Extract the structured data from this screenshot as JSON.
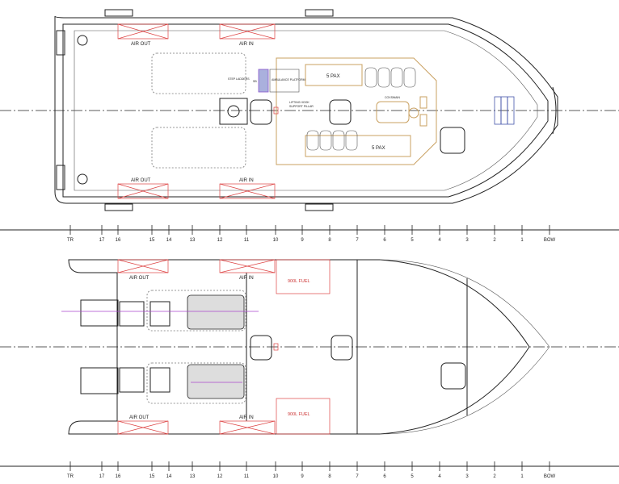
{
  "drawing": {
    "plan_view": {
      "air_out_label": "AIR OUT",
      "air_in_label": "AIR IN",
      "pax_port": "5 PAX",
      "pax_starboard": "5 PAX",
      "step_ladders": "STEP LADDERS",
      "platform": "AMBULANCE PLATFORM",
      "sb_label": "SB",
      "lifting_hook_1": "LIFTING HOOK",
      "lifting_hook_2": "SUPPORT PILLAR",
      "coxswain": "COXSWAIN"
    },
    "engine_view": {
      "air_out_label": "AIR OUT",
      "air_in_label": "AIR IN",
      "fuel_port": "900L FUEL",
      "fuel_starboard": "900L FUEL"
    },
    "frames": [
      "TR",
      "17",
      "16",
      "15",
      "14",
      "13",
      "12",
      "11",
      "10",
      "9",
      "8",
      "7",
      "6",
      "5",
      "4",
      "3",
      "2",
      "1",
      "BOW"
    ],
    "colors": {
      "accent_red": "#dd4444",
      "tan": "#c9a060",
      "purple": "#8855cc",
      "blue": "#4455aa"
    }
  }
}
